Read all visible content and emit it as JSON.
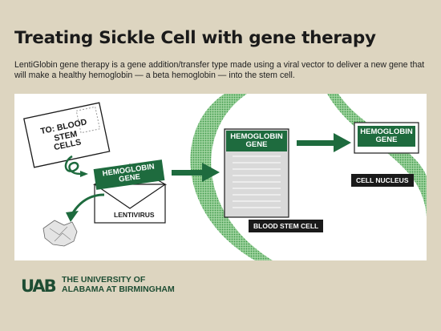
{
  "title": "Treating Sickle Cell with gene therapy",
  "description": "LentiGlobin gene therapy is a gene addition/transfer type made using a viral vector to deliver a new gene that will make a healthy hemoglobin — a beta hemoglobin — into the stem cell.",
  "diagram": {
    "card_label_line1": "TO: BLOOD",
    "card_label_line2": "STEM",
    "card_label_line3": "CELLS",
    "gene_line1": "HEMOGLOBIN",
    "gene_line2": "GENE",
    "lentivirus_label": "LENTIVIRUS",
    "blood_stem_cell_label": "BLOOD STEM CELL",
    "cell_nucleus_label": "CELL NUCLEUS"
  },
  "footer": {
    "logo_mark": "UAB",
    "logo_line1": "THE UNIVERSITY OF",
    "logo_line2": "ALABAMA AT BIRMINGHAM"
  },
  "colors": {
    "background": "#ddd5c0",
    "brand_green": "#1e6b3e",
    "membrane_green": "#5fae5f",
    "dark_label": "#1a1a1a"
  }
}
